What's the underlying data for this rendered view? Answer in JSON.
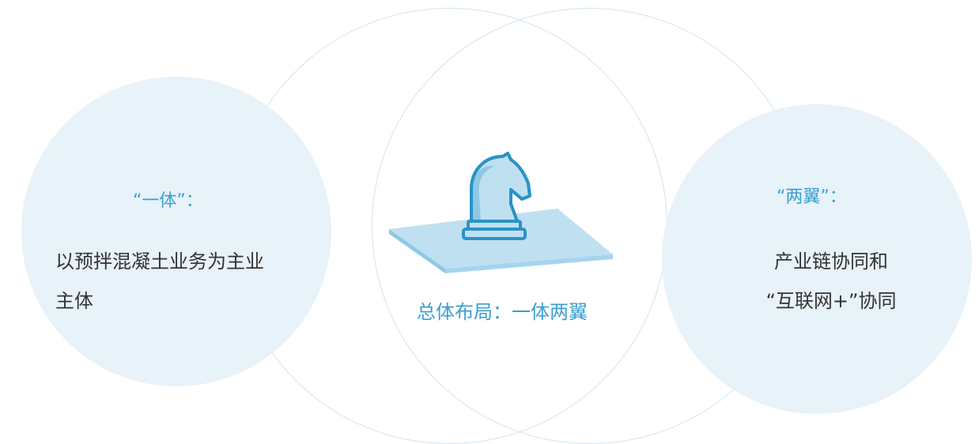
{
  "center": {
    "title": "总体布局：一体两翼",
    "icon": "chess-knight-icon"
  },
  "left": {
    "heading": "“一体”：",
    "lines": [
      "以预拌混凝土业务为主业",
      "主体"
    ]
  },
  "right": {
    "heading": "“两翼”：",
    "lines": [
      "产业链协同和",
      "“互联网+”协同"
    ]
  },
  "colors": {
    "accent": "#3a9fd1",
    "bubble_fill": "#e7f2f9",
    "ring_stroke": "#cfe4f0",
    "body_text": "#333333"
  }
}
